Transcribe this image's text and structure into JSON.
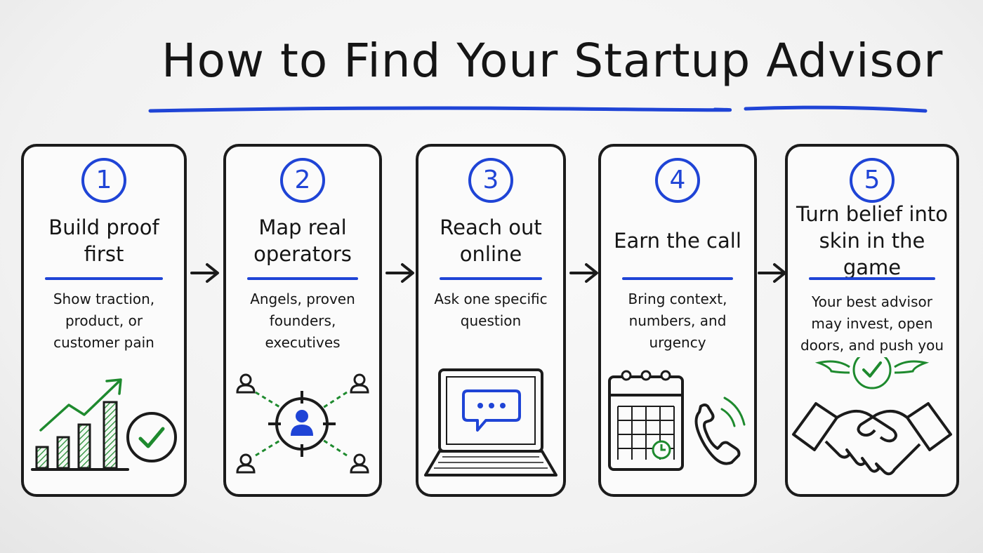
{
  "title": "How to Find Your Startup Advisor",
  "colors": {
    "accent_blue": "#1f44d6",
    "accent_green": "#1e8a2e",
    "ink": "#151515"
  },
  "steps": [
    {
      "number": "1",
      "heading": "Build proof first",
      "description": "Show traction, product, or customer pain",
      "icons": [
        "bar-chart-icon",
        "check-circle-icon"
      ]
    },
    {
      "number": "2",
      "heading": "Map real operators",
      "description": "Angels, proven founders, executives",
      "icons": [
        "target-person-icon",
        "person-icon"
      ]
    },
    {
      "number": "3",
      "heading": "Reach out online",
      "description": "Ask one specific question",
      "icons": [
        "laptop-icon",
        "chat-bubble-icon"
      ]
    },
    {
      "number": "4",
      "heading": "Earn the call",
      "description": "Bring context, numbers, and urgency",
      "icons": [
        "calendar-icon",
        "phone-icon"
      ]
    },
    {
      "number": "5",
      "heading": "Turn belief into skin in the game",
      "description": "Your best advisor may invest, open doors, and push you",
      "icons": [
        "winged-check-icon",
        "handshake-icon"
      ]
    }
  ]
}
